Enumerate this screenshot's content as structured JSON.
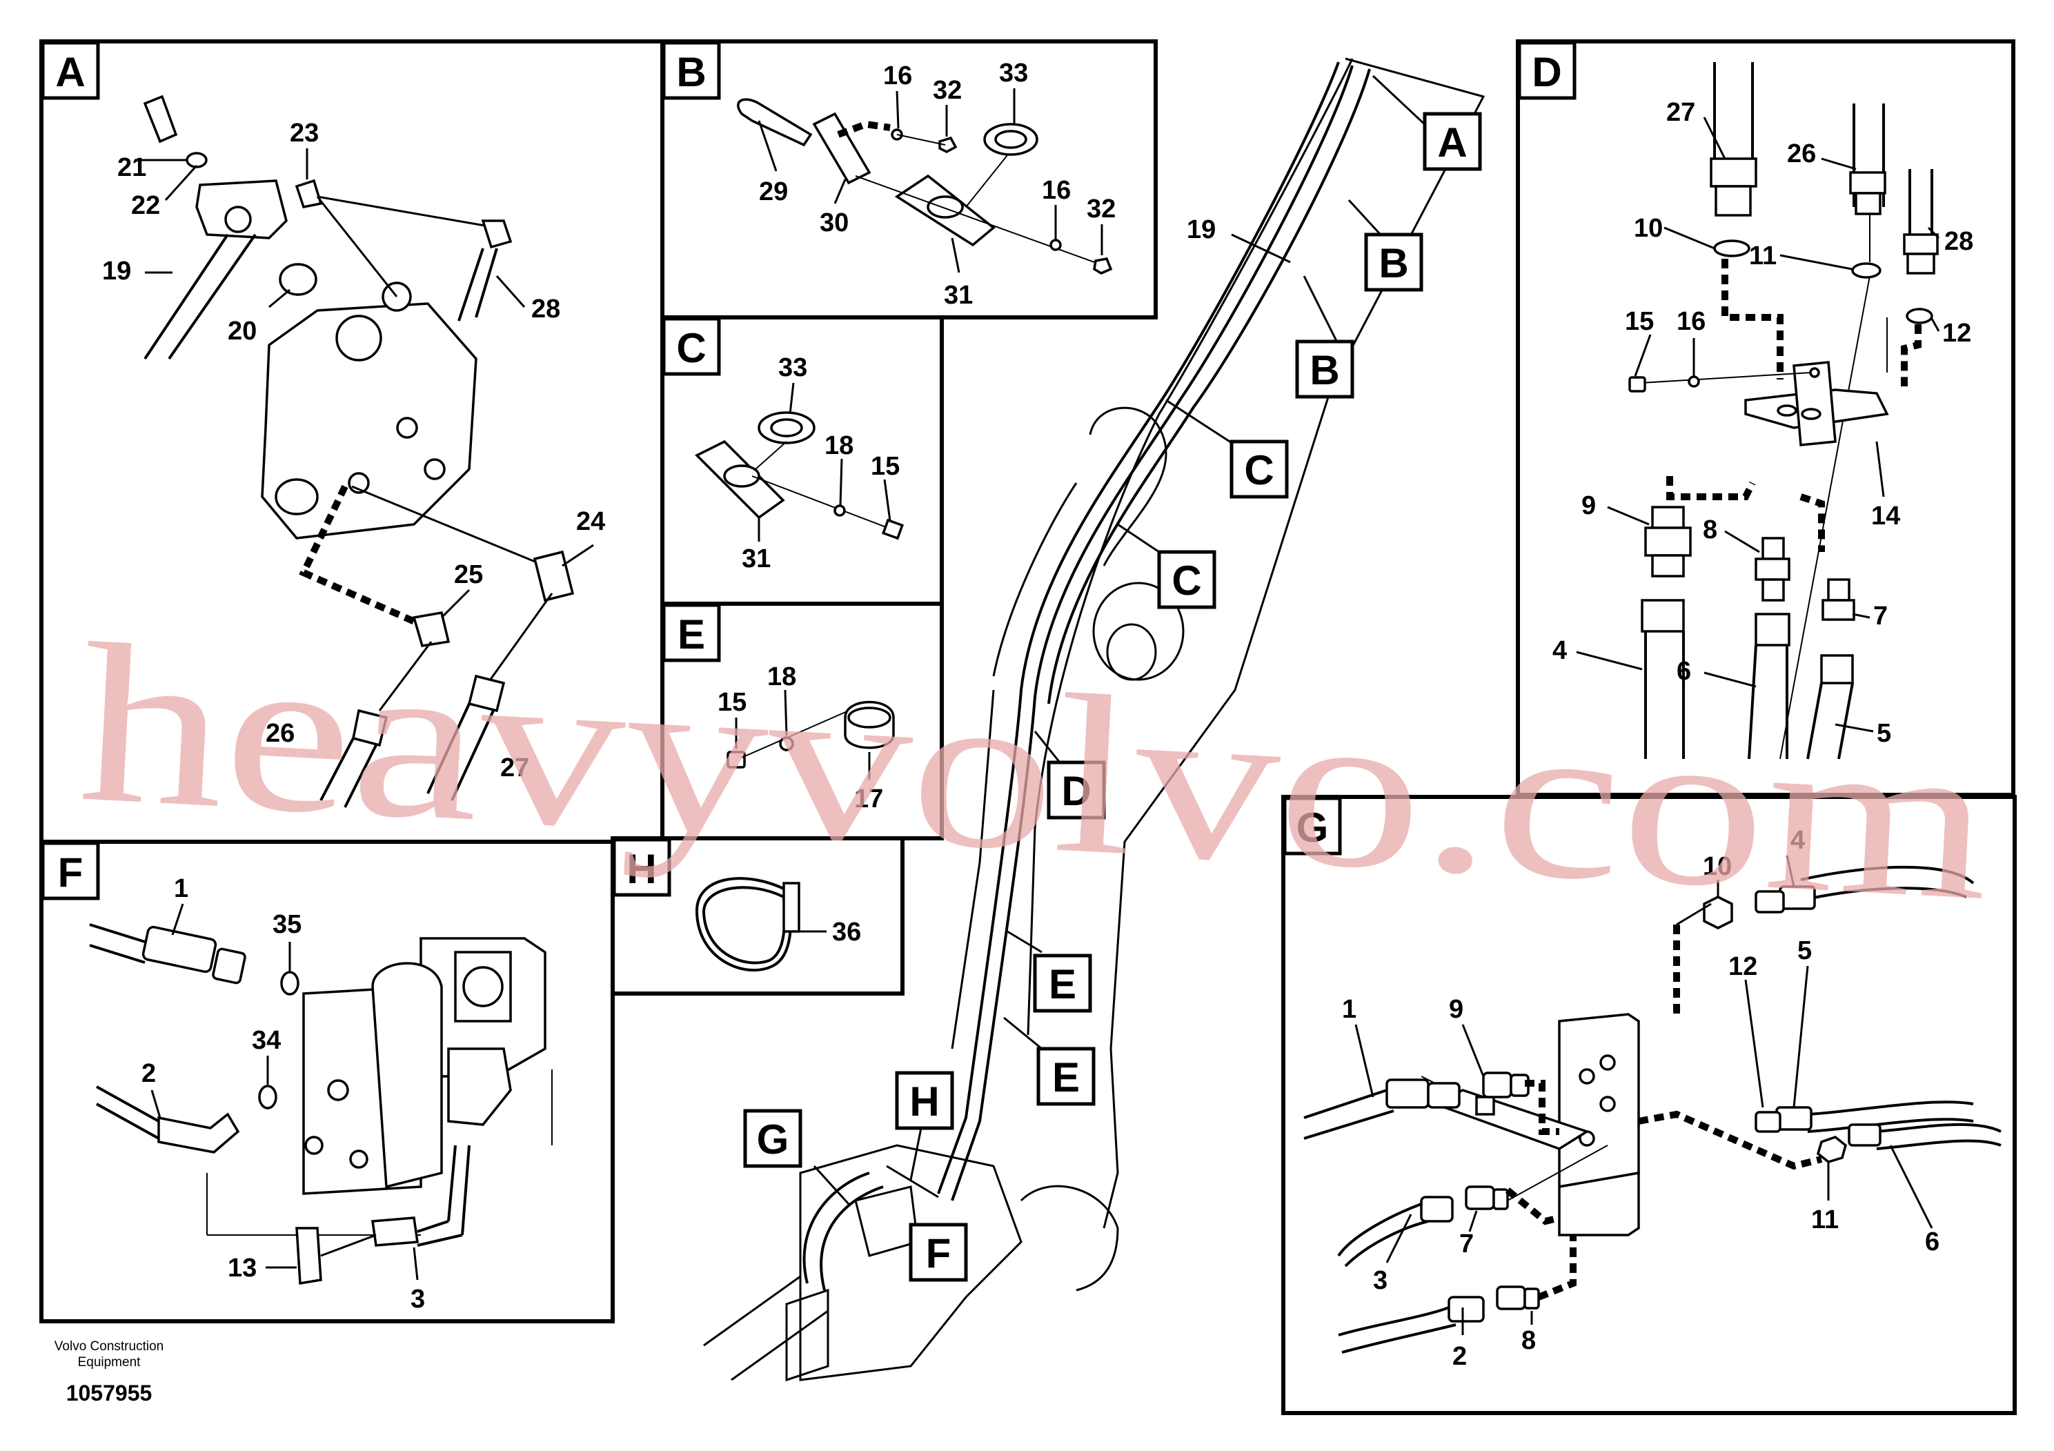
{
  "watermark": "heavyvolvo.com",
  "footer": {
    "company_line1": "Volvo Construction",
    "company_line2": "Equipment",
    "drawing_number": "1057955"
  },
  "panels": {
    "A": {
      "letter": "A",
      "callouts": [
        "21",
        "22",
        "23",
        "19",
        "20",
        "28",
        "24",
        "25",
        "26",
        "27"
      ]
    },
    "B": {
      "letter": "B",
      "callouts": [
        "16",
        "32",
        "33",
        "29",
        "30",
        "31",
        "16",
        "32"
      ]
    },
    "C": {
      "letter": "C",
      "callouts": [
        "33",
        "18",
        "15",
        "31"
      ]
    },
    "D": {
      "letter": "D",
      "callouts": [
        "27",
        "26",
        "28",
        "10",
        "11",
        "12",
        "15",
        "16",
        "9",
        "14",
        "8",
        "7",
        "4",
        "6",
        "5"
      ]
    },
    "E": {
      "letter": "E",
      "callouts": [
        "18",
        "15",
        "17"
      ]
    },
    "F": {
      "letter": "F",
      "callouts": [
        "1",
        "35",
        "2",
        "34",
        "13",
        "3"
      ]
    },
    "G": {
      "letter": "G",
      "callouts": [
        "10",
        "4",
        "9",
        "12",
        "5",
        "1",
        "3",
        "7",
        "11",
        "6",
        "2",
        "8"
      ]
    },
    "H": {
      "letter": "H",
      "callouts": [
        "36"
      ]
    }
  },
  "boom_labels": [
    "A",
    "B",
    "B",
    "C",
    "C",
    "D",
    "E",
    "E",
    "G",
    "H",
    "F"
  ],
  "boom_callouts": [
    "19"
  ]
}
